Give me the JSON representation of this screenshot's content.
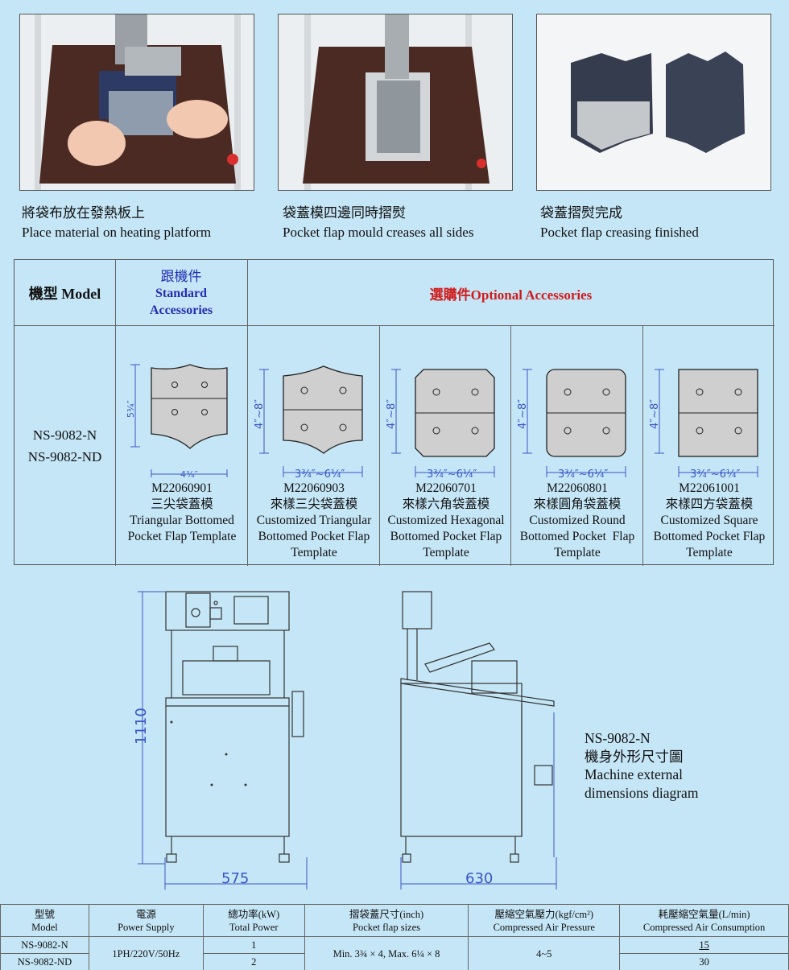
{
  "photos": [
    {
      "caption_zh": "將袋布放在發熱板上",
      "caption_en": "Place material on heating platform"
    },
    {
      "caption_zh": "袋蓋模四邊同時摺熨",
      "caption_en": "Pocket flap mould creases all sides"
    },
    {
      "caption_zh": "袋蓋摺熨完成",
      "caption_en": "Pocket flap creasing finished"
    }
  ],
  "accessories": {
    "header_model": "機型 Model",
    "header_standard_zh": "跟機件",
    "header_standard_en1": "Standard",
    "header_standard_en2": "Accessories",
    "header_optional": "選購件Optional Accessories",
    "models": [
      "NS-9082-N",
      "NS-9082-ND"
    ],
    "templates": [
      {
        "code": "M22060901",
        "zh": "三尖袋蓋模",
        "en1": "Triangular Bottomed",
        "en2": "Pocket Flap Template",
        "en3": "",
        "height_label": "5¾″",
        "width_label": "4¾″",
        "shape": "triangular"
      },
      {
        "code": "M22060903",
        "zh": "來樣三尖袋蓋模",
        "en1": "Customized Triangular",
        "en2": "Bottomed Pocket Flap",
        "en3": "Template",
        "height_label": "4″~8″",
        "width_label": "3¾″~6¼″",
        "shape": "triangular"
      },
      {
        "code": "M22060701",
        "zh": "來樣六角袋蓋模",
        "en1": "Customized Hexagonal",
        "en2": "Bottomed Pocket Flap",
        "en3": "Template",
        "height_label": "4″~8″",
        "width_label": "3¾″~6¼″",
        "shape": "hexagonal"
      },
      {
        "code": "M22060801",
        "zh": "來樣圓角袋蓋模",
        "en1": "Customized Round",
        "en2": "Bottomed Pocket  Flap",
        "en3": "Template",
        "height_label": "4″~8″",
        "width_label": "3¾″~6¼″",
        "shape": "round"
      },
      {
        "code": "M22061001",
        "zh": "來樣四方袋蓋模",
        "en1": "Customized Square",
        "en2": "Bottomed Pocket Flap",
        "en3": "Template",
        "height_label": "4″~8″",
        "width_label": "3¾″~6¼″",
        "shape": "square"
      }
    ]
  },
  "diagram": {
    "height_label": "1110",
    "front_width_label": "575",
    "side_width_label": "630",
    "caption_model": "NS-9082-N",
    "caption_zh": "機身外形尺寸圖",
    "caption_en1": "Machine external",
    "caption_en2": "dimensions diagram"
  },
  "specs": {
    "headers": [
      {
        "zh": "型號",
        "en": "Model"
      },
      {
        "zh": "電源",
        "en": "Power Supply"
      },
      {
        "zh": "總功率(kW)",
        "en": "Total Power"
      },
      {
        "zh": "摺袋蓋尺寸(inch)",
        "en": "Pocket flap  sizes"
      },
      {
        "zh": "壓縮空氣壓力(kgf/cm²)",
        "en": "Compressed Air Pressure"
      },
      {
        "zh": "耗壓縮空氣量(L/min)",
        "en": "Compressed Air Consumption"
      }
    ],
    "rows": [
      {
        "model": "NS-9082-N",
        "power": "1",
        "consumption": "15"
      },
      {
        "model": "NS-9082-ND",
        "power": "2",
        "consumption": "30"
      }
    ],
    "power_supply": "1PH/220V/50Hz",
    "flap_sizes": "Min. 3¾ × 4, Max. 6¼ × 8",
    "air_pressure": "4~5"
  },
  "colors": {
    "background": "#c5e6f6",
    "standard_blue": "#1f2fb5",
    "optional_red": "#d11b1b",
    "dimension_blue": "#3a56c8"
  }
}
